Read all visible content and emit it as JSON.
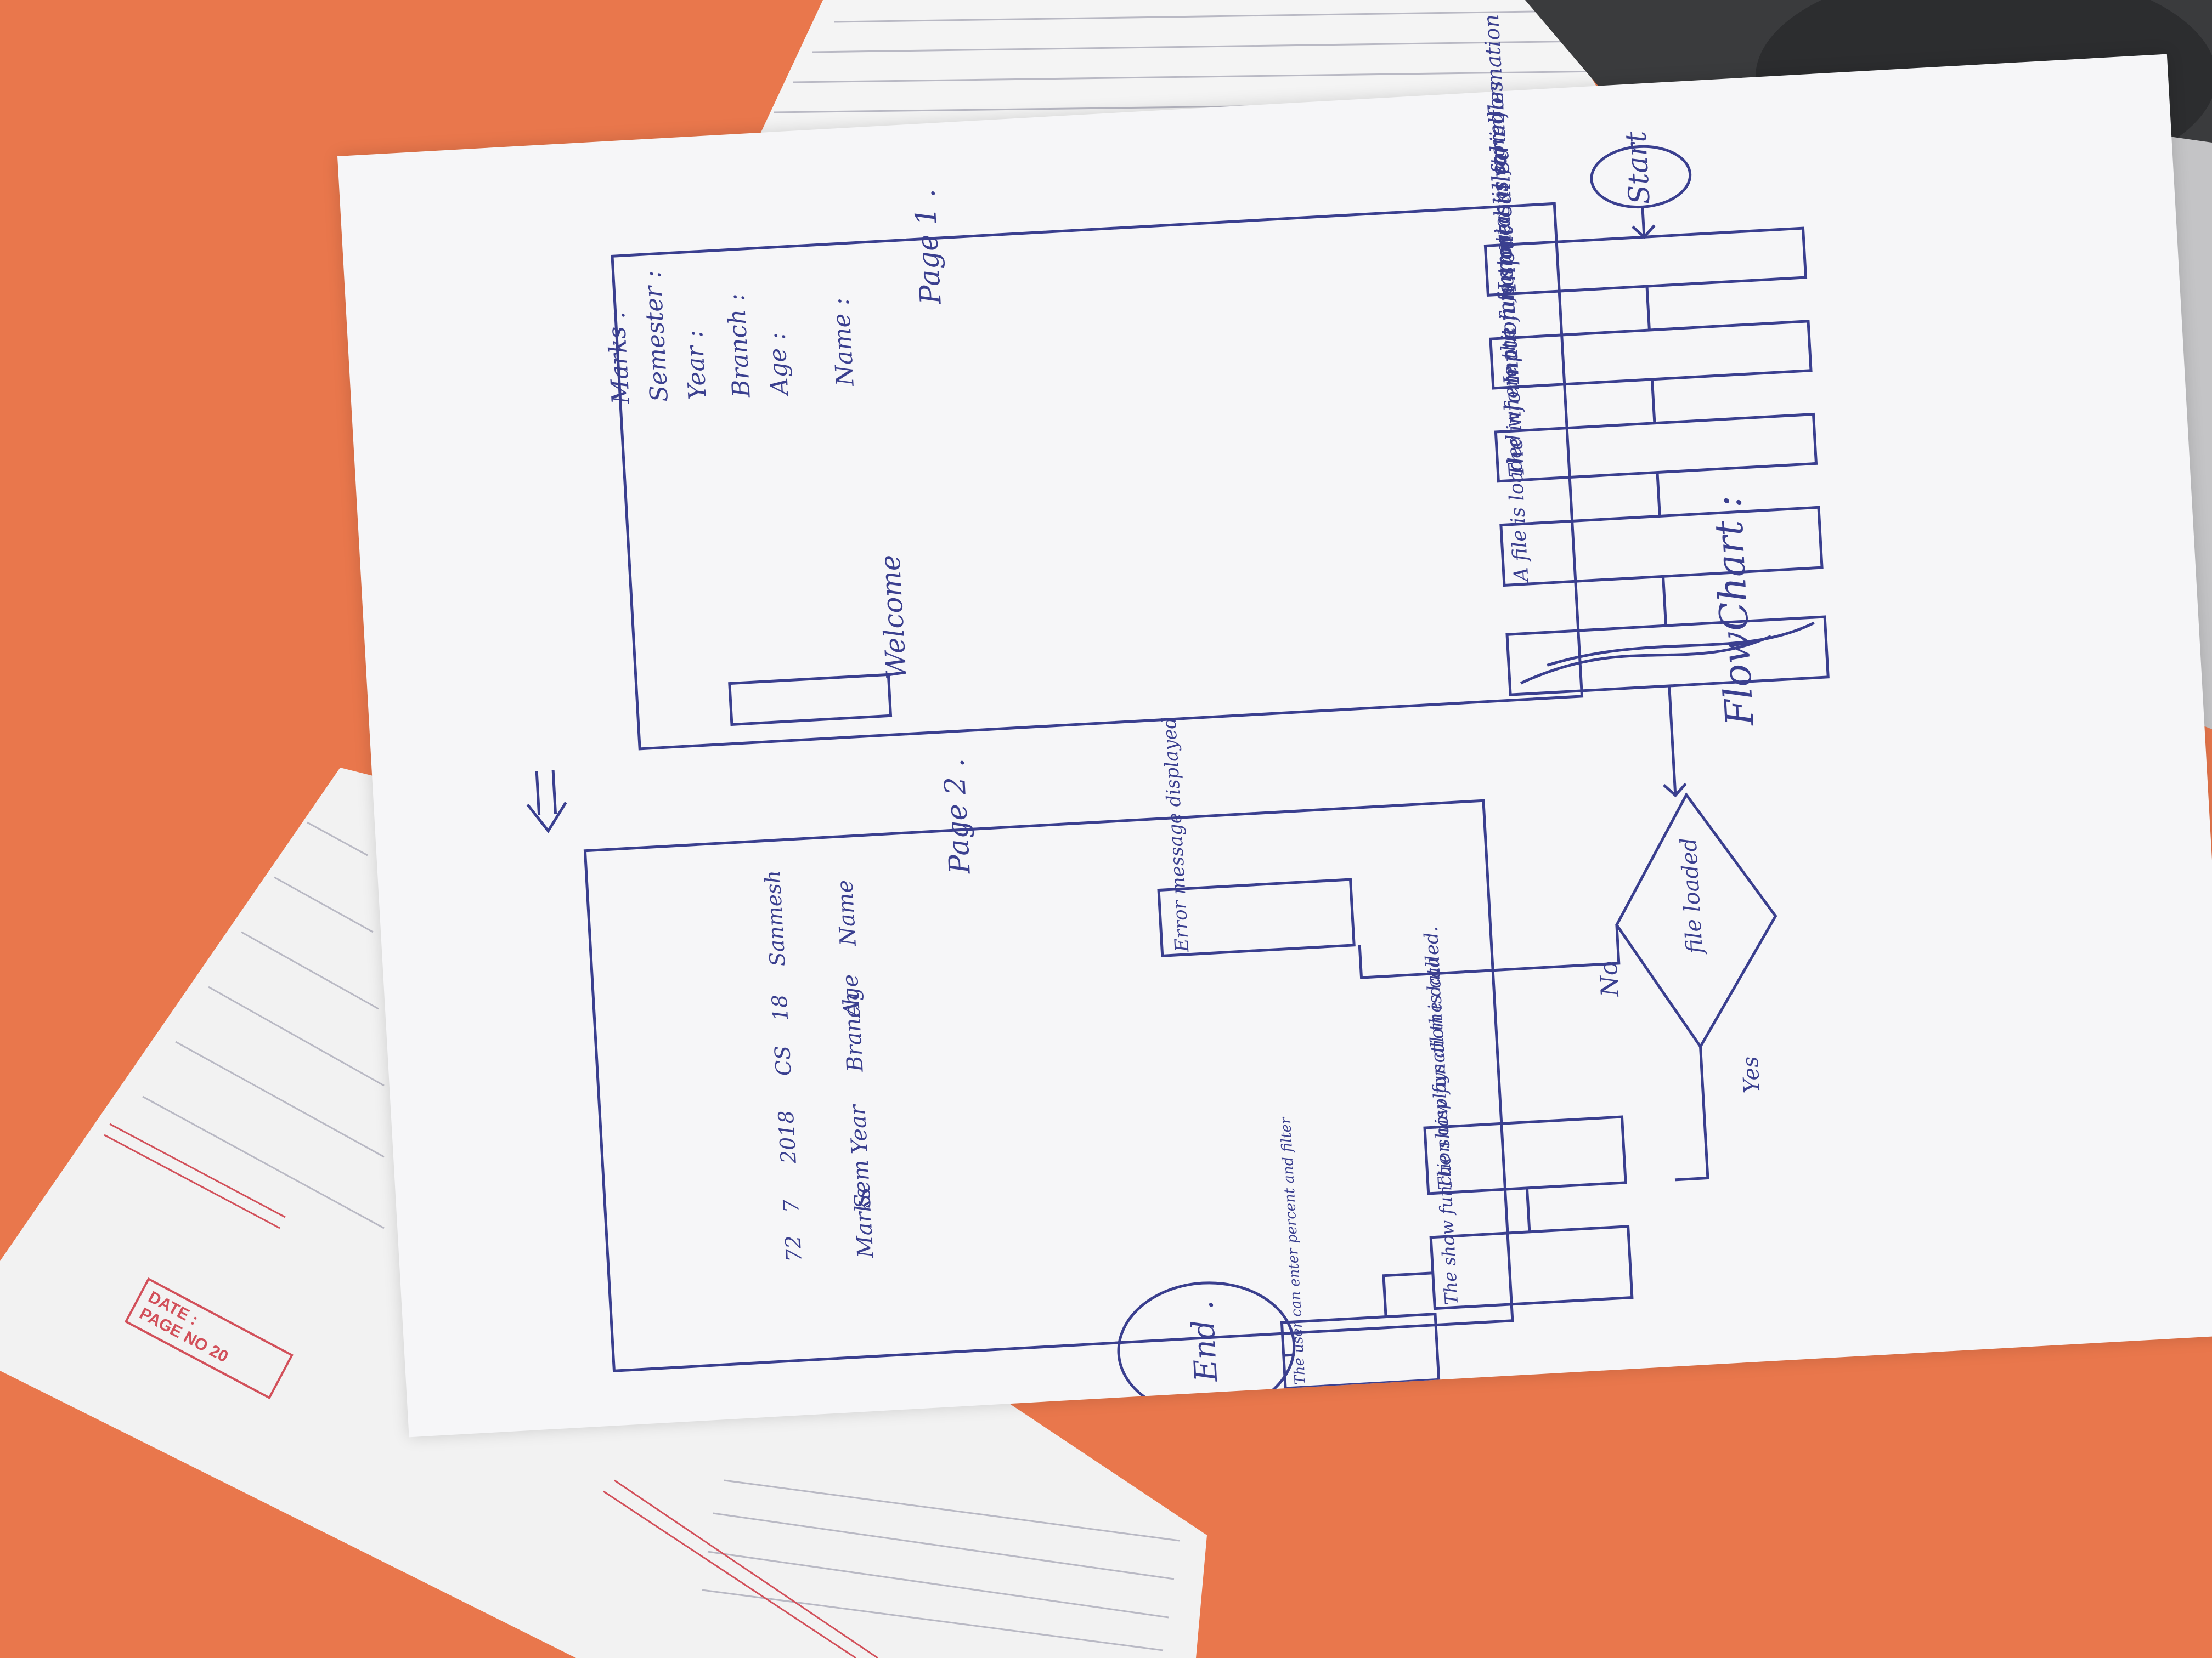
{
  "flowchart": {
    "heading": "FlowChart :",
    "start": "Start",
    "steps": [
      "Input called",
      "Input function asks for information",
      "The information is stored in variables",
      "A file is loaded where the information is stored"
    ],
    "decision": "file loaded",
    "no_label": "No",
    "yes_label": "Yes",
    "error_box": "Error message displayed",
    "yes_steps": [
      "The show function is called.",
      "The show function displays all the data",
      "The user can enter percent and filter"
    ],
    "end": "End ."
  },
  "page1": {
    "title": "Page 1 .",
    "welcome": "Welcome",
    "fields": [
      "Name :",
      "Age :",
      "Branch :",
      "Year :",
      "Semester :",
      "Marks :"
    ]
  },
  "page2": {
    "title": "Page 2 .",
    "headers": [
      "Name",
      "Age",
      "Branch",
      "Year",
      "Sem",
      "Marks"
    ],
    "values": [
      "Sanmesh",
      "18",
      "CS",
      "2018",
      "7",
      "72"
    ]
  },
  "notebook_stamp": {
    "date_label": "DATE :",
    "page_label": "PAGE NO",
    "page_number": "20"
  },
  "colors": {
    "ink": "#3a3f8f",
    "folder": "#e9774c",
    "paper": "#f6f6f8",
    "stamp": "#d2505a"
  }
}
